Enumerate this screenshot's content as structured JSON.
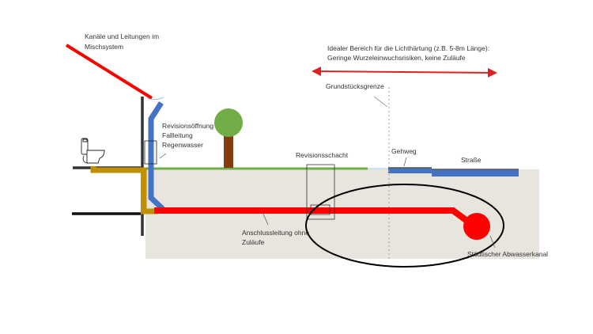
{
  "labels": {
    "roof": [
      "Kanäle und Leitungen im",
      "Mischsystem"
    ],
    "ideal_range": [
      "Idealer Bereich für die Lichthärtung (z.B. 5-8m Länge):",
      "Geringe Wurzeleinwuchsrisiken, keine Zuläufe"
    ],
    "property_line": "Grundstücksgrenze",
    "downpipe": [
      "Revisionsöffnung",
      "Fallleitung",
      "Regenwasser"
    ],
    "inspection_shaft": "Revisionsschacht",
    "sidewalk": "Gehweg",
    "street": "Straße",
    "connection_pipe": [
      "Anschlussleitung ohne",
      "Zuläufe"
    ],
    "sewer": "Städtischer Abwasserkanal"
  },
  "colors": {
    "ground": "#e8e4de",
    "wastewater_pipe": "#ff0000",
    "rainwater_pipe": "#4472c4",
    "house_pipe": "#bf9000",
    "wall": "#333333",
    "lawn": "#70ad47",
    "tree_crown": "#70ad47",
    "tree_trunk": "#843c0c",
    "pavement": "#4472c4",
    "arrow": "#e02020"
  },
  "icons": {
    "toilet": "toilet-icon",
    "tree": "tree-icon"
  }
}
